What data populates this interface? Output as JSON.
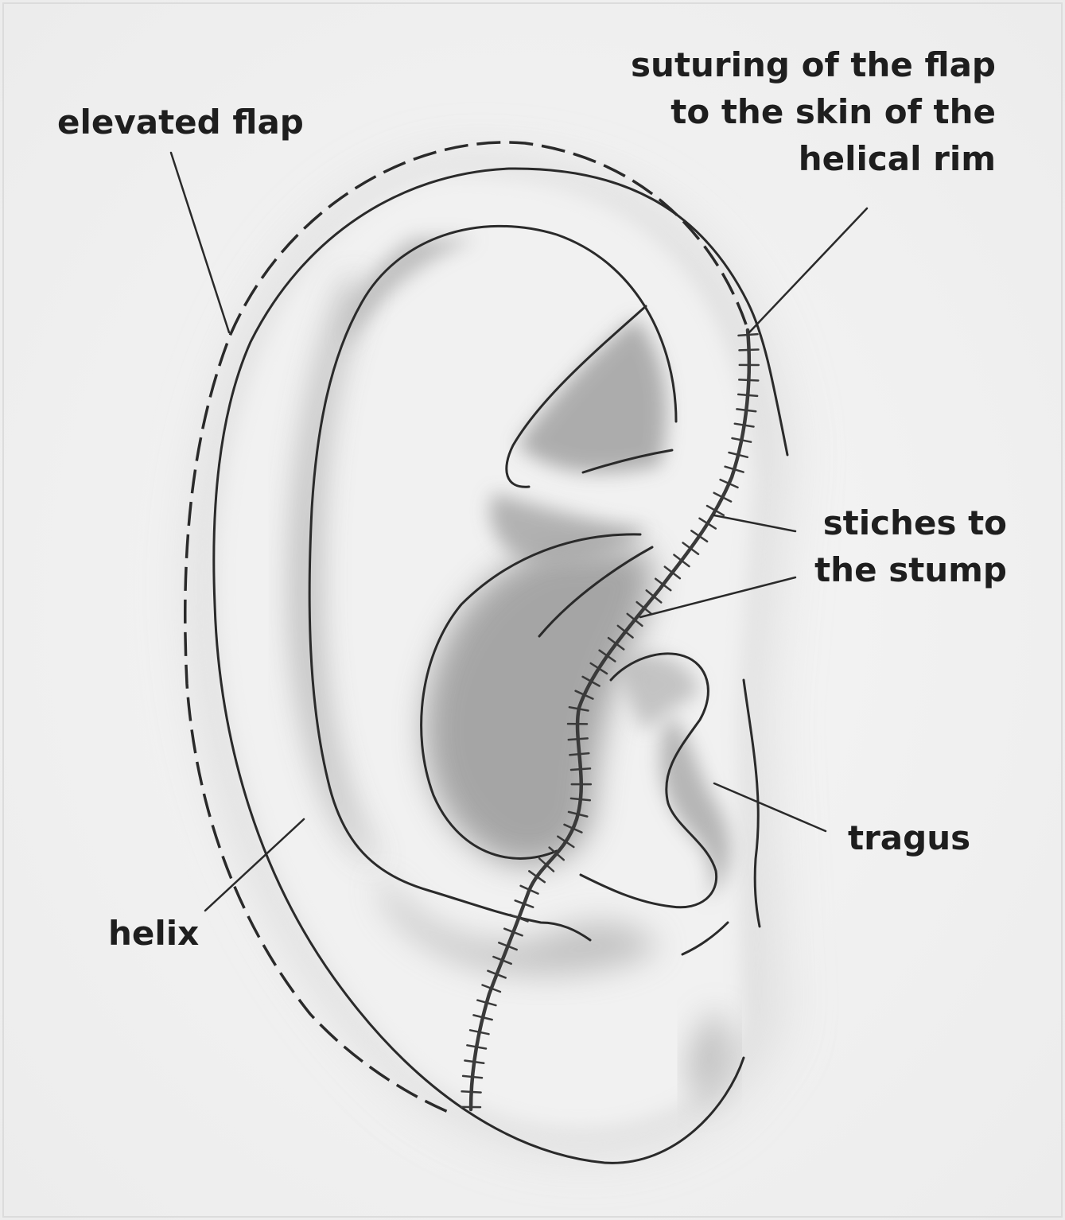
{
  "labels": {
    "elevated_flap": "elevated flap",
    "suturing_line1": "suturing of the flap",
    "suturing_line2": "to the skin of the",
    "suturing_line3": "helical rim",
    "stiches_line1": "stiches to",
    "stiches_line2": "the stump",
    "tragus": "tragus",
    "helix": "helix"
  },
  "colors": {
    "line": "#2a2a2a",
    "shade_dark": "#8f8f8f",
    "shade_mid": "#bdbdbd",
    "background": "#f3f3f3"
  }
}
